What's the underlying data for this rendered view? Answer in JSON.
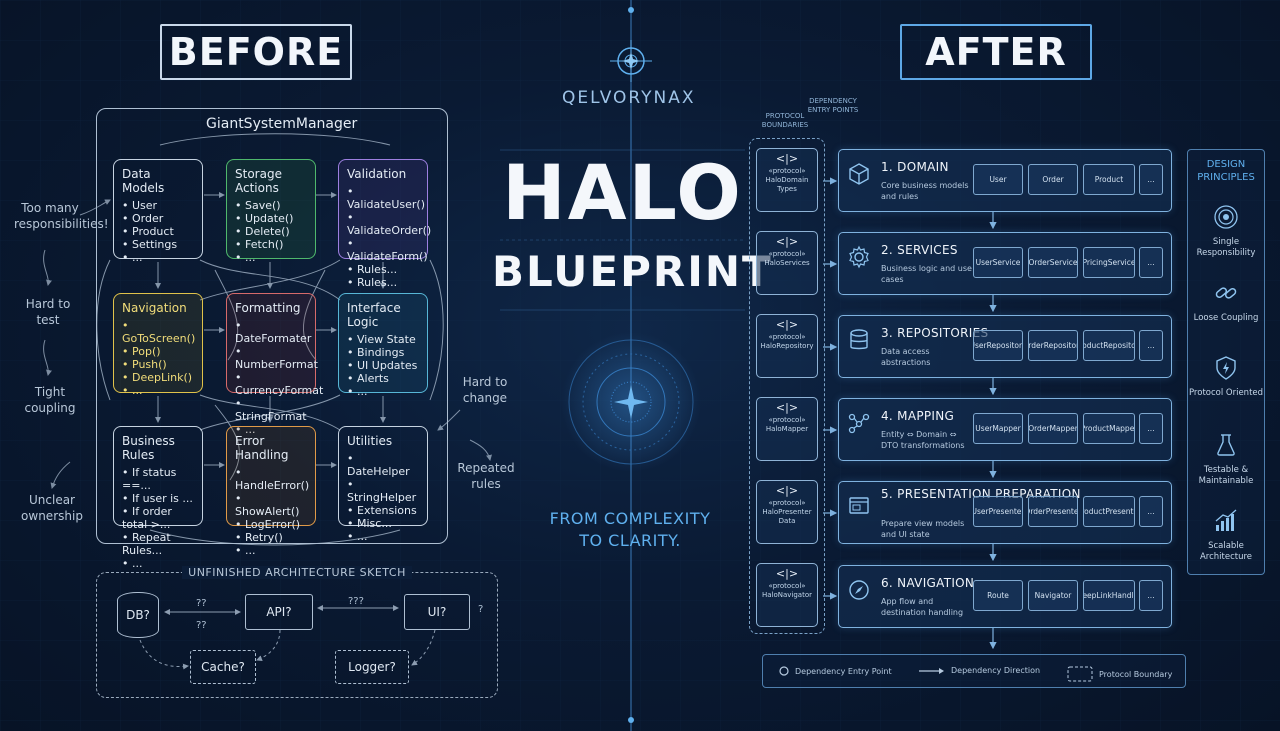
{
  "before": {
    "header": "BEFORE",
    "manager_title": "GiantSystemManager",
    "modules": [
      {
        "title": "Data Models",
        "items": [
          "User",
          "Order",
          "Product",
          "Settings",
          "..."
        ]
      },
      {
        "title": "Storage Actions",
        "items": [
          "Save()",
          "Update()",
          "Delete()",
          "Fetch()",
          "..."
        ]
      },
      {
        "title": "Validation",
        "items": [
          "ValidateUser()",
          "ValidateOrder()",
          "ValidateForm()",
          "Rules...",
          "Rules..."
        ]
      },
      {
        "title": "Navigation",
        "items": [
          "GoToScreen()",
          "Pop()",
          "Push()",
          "DeepLink()",
          "..."
        ]
      },
      {
        "title": "Formatting",
        "items": [
          "DateFormater",
          "NumberFormat",
          "CurrencyFormat",
          "StringFormat",
          "..."
        ]
      },
      {
        "title": "Interface Logic",
        "items": [
          "View State",
          "Bindings",
          "UI Updates",
          "Alerts",
          "..."
        ]
      },
      {
        "title": "Business Rules",
        "items": [
          "If status ==...",
          "If user is ...",
          "If order total >...",
          "Repeat Rules...",
          "..."
        ]
      },
      {
        "title": "Error Handling",
        "items": [
          "HandleError()",
          "ShowAlert()",
          "LogError()",
          "Retry()",
          "..."
        ]
      },
      {
        "title": "Utilities",
        "items": [
          "DateHelper",
          "StringHelper",
          "Extensions",
          "Misc...",
          "..."
        ]
      }
    ],
    "problems_left": [
      "Too many responsibilities!",
      "Hard to test",
      "Tight coupling",
      "Unclear ownership"
    ],
    "problems_right": [
      "Hard to change",
      "Repeated rules"
    ],
    "sketch": {
      "title": "UNFINISHED ARCHITECTURE SKETCH",
      "db": "DB?",
      "api": "API?",
      "ui": "UI?",
      "cache": "Cache?",
      "logger": "Logger?",
      "q1": "??",
      "q2": "??",
      "q3": "???",
      "q4": "?"
    }
  },
  "center": {
    "brand": "QELVORYNAX",
    "title_line1": "HALO",
    "title_line2": "BLUEPRINT",
    "tagline_line1": "FROM COMPLEXITY",
    "tagline_line2": "TO CLARITY."
  },
  "after": {
    "header": "AFTER",
    "protocol_boundaries": "PROTOCOL BOUNDARIES",
    "dependency_entry_points": "DEPENDENCY ENTRY POINTS",
    "protocols": [
      {
        "code": "<|>",
        "kind": "«protocol»",
        "name": "HaloDomain Types"
      },
      {
        "code": "<|>",
        "kind": "«protocol»",
        "name": "HaloServices"
      },
      {
        "code": "<|>",
        "kind": "«protocol»",
        "name": "HaloRepository"
      },
      {
        "code": "<|>",
        "kind": "«protocol»",
        "name": "HaloMapper"
      },
      {
        "code": "<|>",
        "kind": "«protocol»",
        "name": "HaloPresenter Data"
      },
      {
        "code": "<|>",
        "kind": "«protocol»",
        "name": "HaloNavigator"
      }
    ],
    "layers": [
      {
        "title": "1. DOMAIN",
        "desc": "Core business models and rules",
        "items": [
          "User",
          "Order",
          "Product",
          "..."
        ]
      },
      {
        "title": "2. SERVICES",
        "desc": "Business logic and use cases",
        "items": [
          "UserService",
          "OrderService",
          "PricingService",
          "..."
        ]
      },
      {
        "title": "3. REPOSITORIES",
        "desc": "Data access abstractions",
        "items": [
          "UserRepository",
          "OrderRepository",
          "ProductRepository",
          "..."
        ]
      },
      {
        "title": "4. MAPPING",
        "desc": "Entity ⇔ Domain ⇔ DTO transformations",
        "items": [
          "UserMapper",
          "OrderMapper",
          "ProductMapper",
          "..."
        ]
      },
      {
        "title": "5. PRESENTATION PREPARATION",
        "desc": "Prepare view models and UI state",
        "items": [
          "UserPresenter",
          "OrderPresenter",
          "ProductPresenter",
          "..."
        ]
      },
      {
        "title": "6. NAVIGATION",
        "desc": "App flow and destination handling",
        "items": [
          "Route",
          "Navigator",
          "DeepLinkHandler",
          "..."
        ]
      }
    ],
    "principles": {
      "title": "DESIGN PRINCIPLES",
      "items": [
        {
          "label": "Single Responsibility",
          "icon": "target-icon"
        },
        {
          "label": "Loose Coupling",
          "icon": "link-icon"
        },
        {
          "label": "Protocol Oriented",
          "icon": "shield-icon"
        },
        {
          "label": "Testable & Maintainable",
          "icon": "flask-icon"
        },
        {
          "label": "Scalable Architecture",
          "icon": "growth-chart-icon"
        }
      ]
    },
    "legend": {
      "entry_point": "Dependency Entry Point",
      "direction": "Dependency Direction",
      "boundary": "Protocol Boundary"
    }
  },
  "colors": {
    "accent": "#5fb0ee",
    "background": "#0a1a33",
    "green": "#4fb86c",
    "purple": "#9d7fe0",
    "yellow": "#e0c24a",
    "red": "#d66a6a",
    "cyan": "#57b6d6",
    "orange": "#e09a48"
  }
}
